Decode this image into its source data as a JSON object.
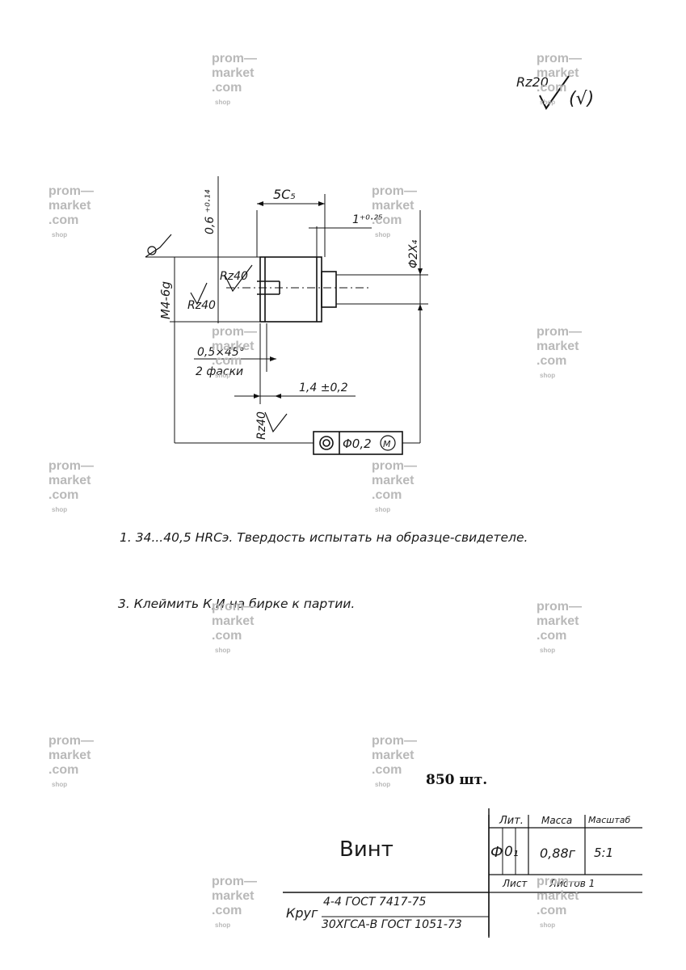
{
  "watermark": {
    "line1": "prom—",
    "line2": "market",
    "line3": ".com",
    "suffix": "shop"
  },
  "roughness_general": {
    "value": "Rz20",
    "paren": "(√)"
  },
  "drawing": {
    "dim_thread": "M4-6g",
    "dim_length": "5C₅",
    "dim_undercut": "1⁺⁰‧²⁵",
    "dim_diameter": "Φ2X₄",
    "dim_slot": "0,6 ⁺⁰‧¹⁴",
    "rz_top": "Rz40",
    "rz_left": "Rz40",
    "rz_bottom": "Rz40",
    "chamfer": "0,5×45°",
    "chamfer_note": "2 фаски",
    "dim_offset": "1,4 ±0,2",
    "tolerance_value": "Φ0,2",
    "tolerance_mod": "M"
  },
  "notes": [
    "1. 34...40,5 HRCэ. Твердость  испытать  на  образце-свидетеле.",
    "3. Клеймить  К,И  на  бирке  к  партии."
  ],
  "quantity": "850 шт.",
  "title_block": {
    "name": "Винт",
    "lit_header": "Лит.",
    "mass_header": "Масса",
    "scale_header": "Масштаб",
    "lit_1": "Ф",
    "lit_2": "0₁",
    "mass": "0,88г",
    "scale": "5:1",
    "sheet": "Лист",
    "sheets": "Листов 1",
    "material_prefix": "Круг",
    "material_top": "4-4  ГОСТ 7417-75",
    "material_bottom": "30ХГСА-В ГОСТ 1051-73"
  }
}
